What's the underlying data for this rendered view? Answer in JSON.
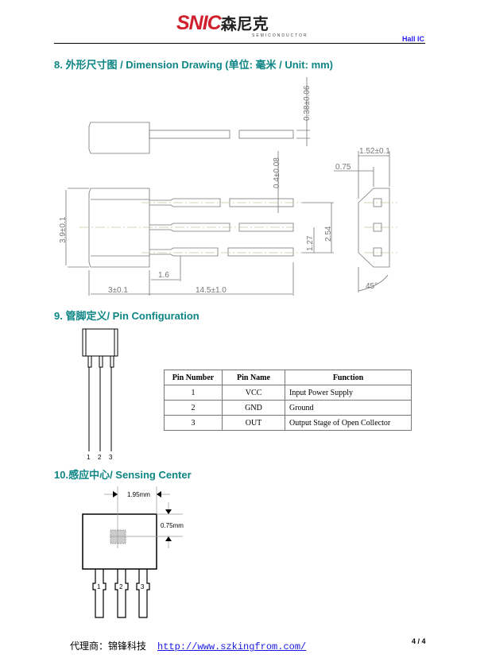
{
  "header": {
    "logo_en": "SNIC",
    "logo_cn": "森尼克",
    "logo_sub": "SEMICONDUCTOR",
    "product": "Hall  IC"
  },
  "sections": {
    "s8": "8.  外形尺寸图  / Dimension Drawing (单位:  毫米  / Unit: mm)",
    "s9": "9.  管脚定义/  Pin Configuration",
    "s10": "10.感应中心/ Sensing Center"
  },
  "dimensions": {
    "lead_thick": "0.38±0.06",
    "lead_width": "0.4±0.08",
    "side_width": "1.52±0.1",
    "side_offset": "0.75",
    "body_height": "3.9±0.1",
    "pitch_half": "1.27",
    "pitch": "2.54",
    "shoulder": "1.6",
    "body_length": "3±0.1",
    "lead_length": "14.5±1.0",
    "angle": "45°"
  },
  "pins": {
    "labels": [
      "1",
      "2",
      "3"
    ]
  },
  "pin_table": {
    "headers": [
      "Pin Number",
      "Pin Name",
      "Function"
    ],
    "rows": [
      [
        "1",
        "VCC",
        "Input Power Supply"
      ],
      [
        "2",
        "GND",
        "Ground"
      ],
      [
        "3",
        "OUT",
        "Output Stage of Open Collector"
      ]
    ]
  },
  "sensing": {
    "horizontal": "1.95mm",
    "vertical": "0.75mm"
  },
  "footer": {
    "agent": "代理商：锦锋科技",
    "url": "http://www.szkingfrom.com/",
    "page": "4 / 4"
  }
}
